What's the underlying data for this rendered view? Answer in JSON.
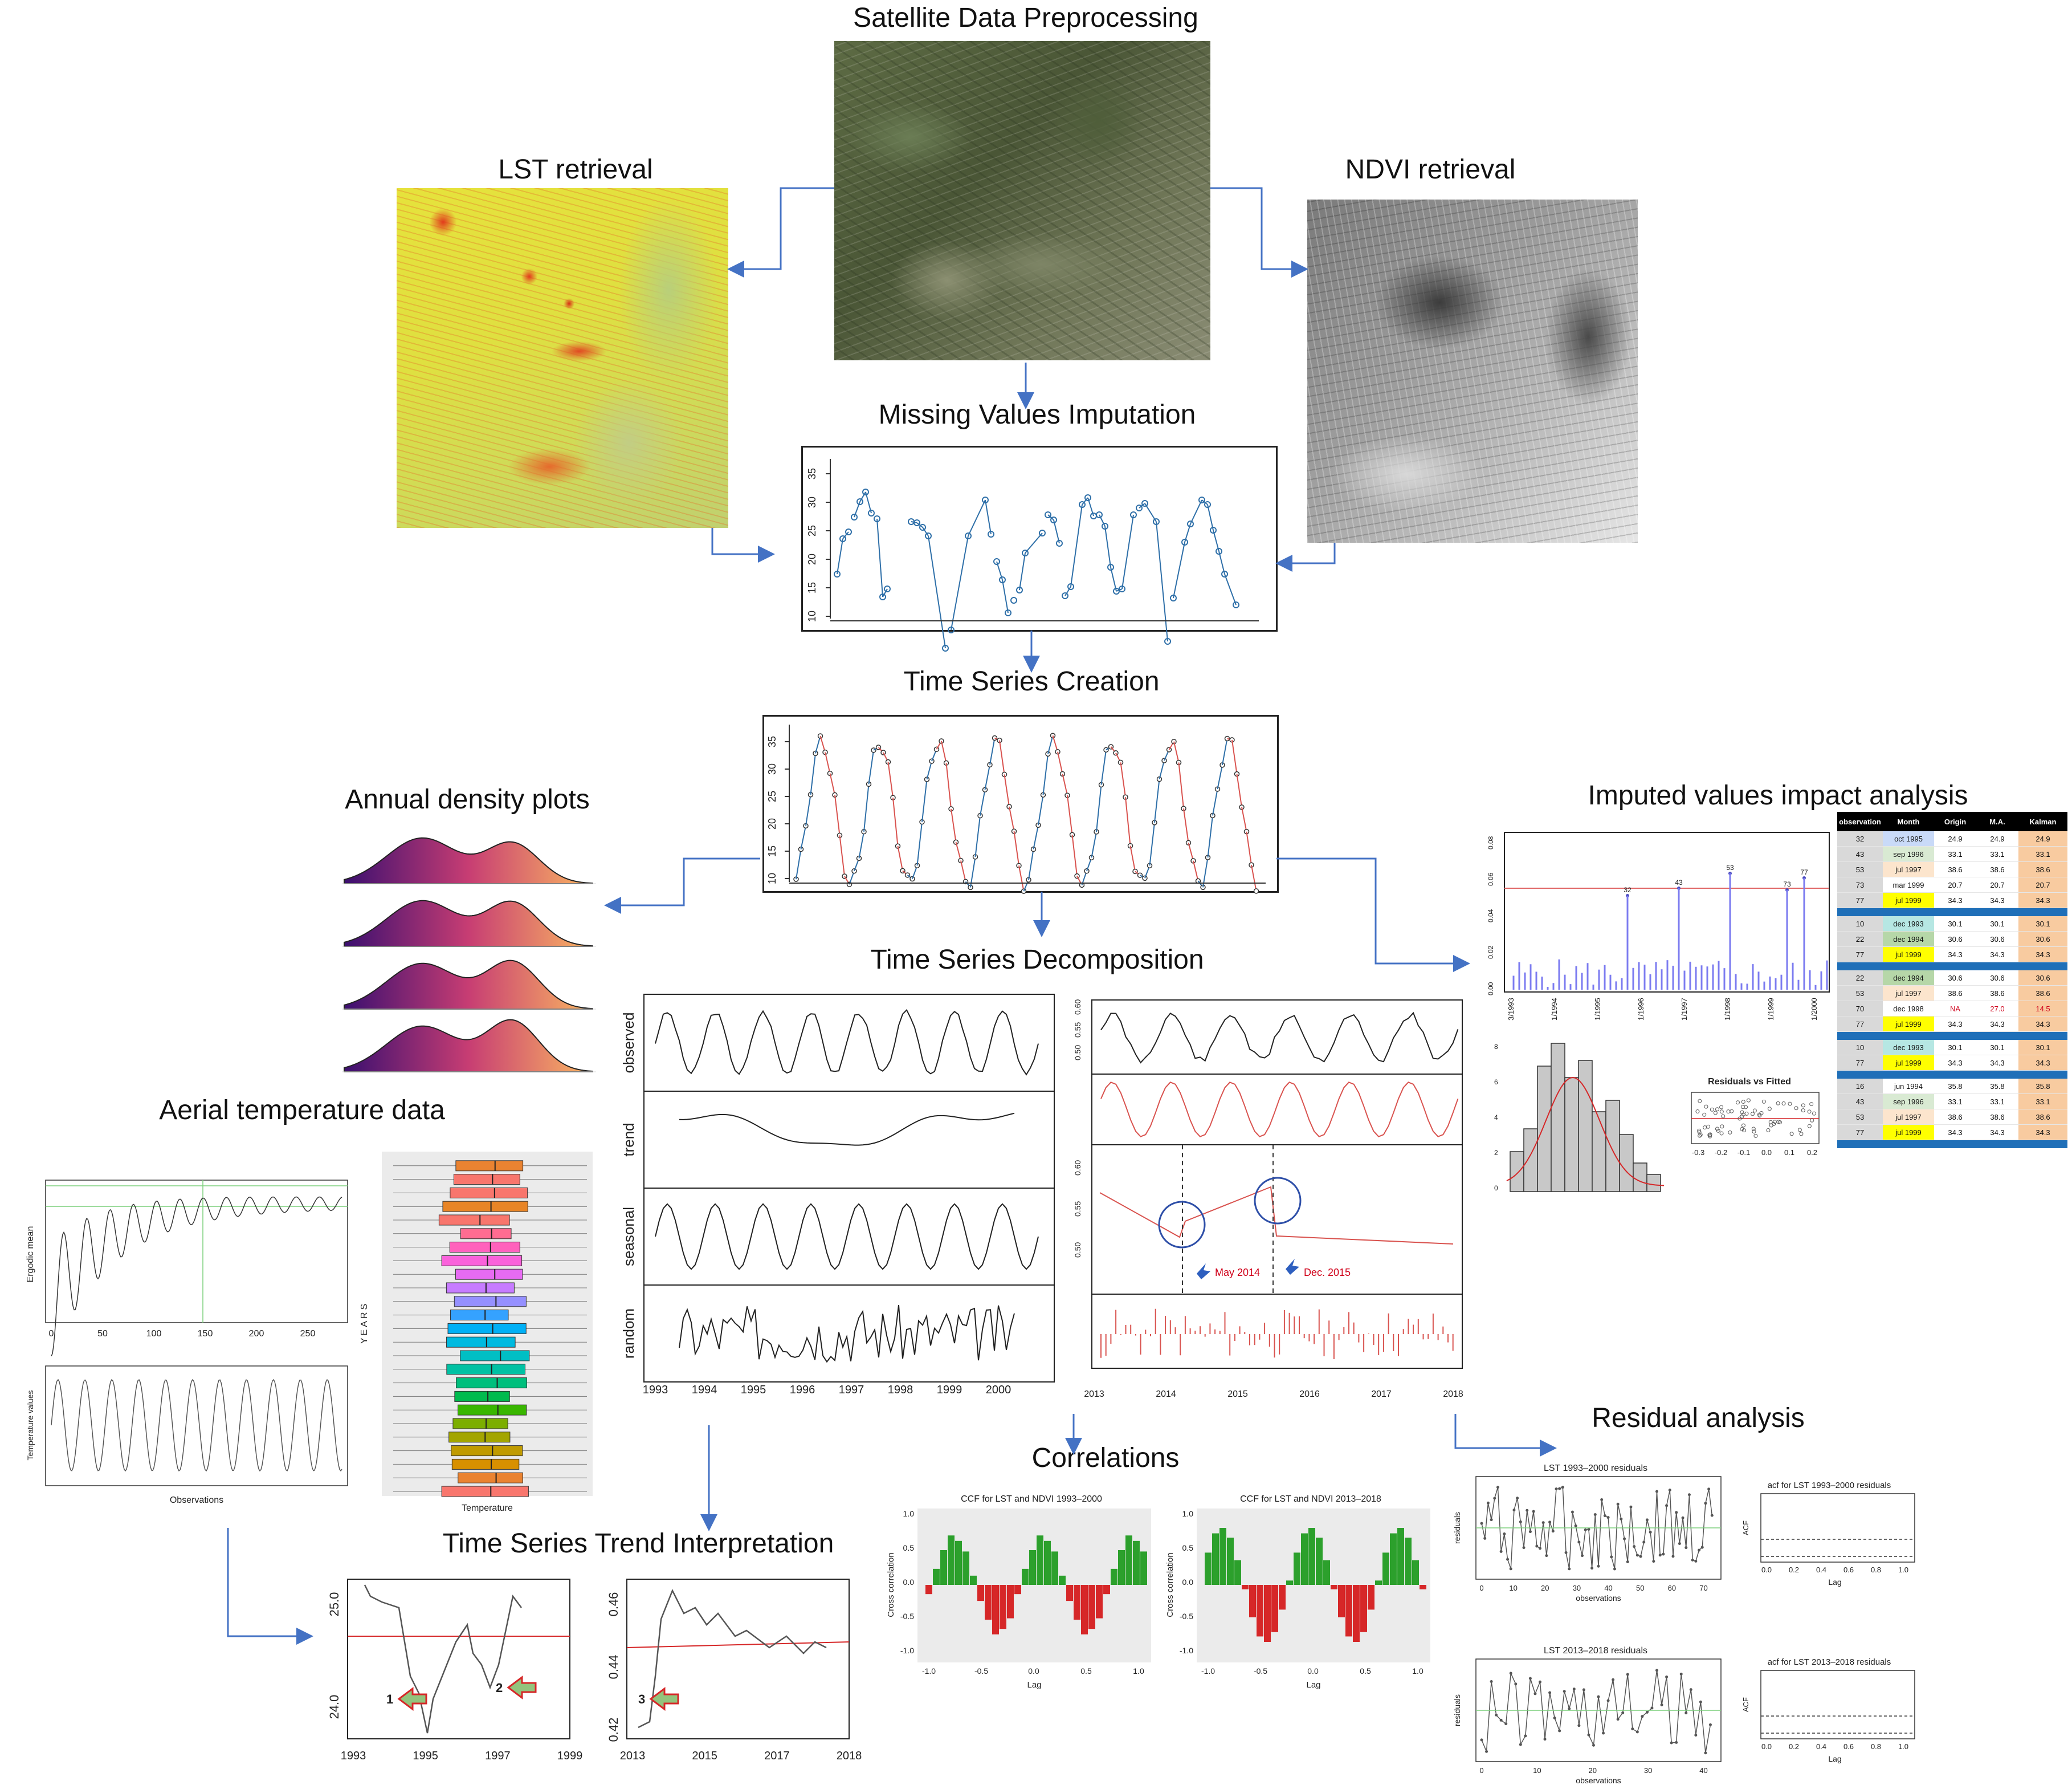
{
  "titles": {
    "satellite": "Satellite Data Preprocessing",
    "lst": "LST retrieval",
    "ndvi": "NDVI retrieval",
    "missing": "Missing Values Imputation",
    "ts_creation": "Time Series Creation",
    "density": "Annual density plots",
    "impact": "Imputed values impact analysis",
    "decomposition": "Time Series Decomposition",
    "aerial": "Aerial temperature data",
    "correlations": "Correlations",
    "residual": "Residual analysis",
    "trend_interp": "Time Series Trend Interpretation"
  },
  "missing_plot": {
    "yticks": [
      "35",
      "30",
      "25",
      "20",
      "15",
      "10"
    ]
  },
  "ts_plot": {
    "yticks": [
      "35",
      "30",
      "25",
      "20",
      "15",
      "10"
    ]
  },
  "decomp_left": {
    "labels": [
      "observed",
      "trend",
      "seasonal",
      "random"
    ],
    "xticks": [
      "1993",
      "1994",
      "1995",
      "1996",
      "1997",
      "1998",
      "1999",
      "2000"
    ]
  },
  "decomp_right": {
    "yticks_top": [
      "0.60",
      "0.55",
      "0.50"
    ],
    "yticks_mid": [
      "0.60",
      "0.55",
      "0.50"
    ],
    "annotation_1": "May 2014",
    "annotation_2": "Dec. 2015",
    "xticks": [
      "2013",
      "2014",
      "2015",
      "2016",
      "2017",
      "2018"
    ]
  },
  "impact_bar": {
    "yticks": [
      "0.08",
      "0.06",
      "0.04",
      "0.02",
      "0.00"
    ],
    "labels": [
      "32",
      "43",
      "53",
      "73",
      "77"
    ],
    "xticks": [
      "3/1993",
      "1/1994",
      "1/1995",
      "1/1996",
      "1/1997",
      "1/1998",
      "1/1999",
      "1/2000"
    ]
  },
  "residuals_fitted": {
    "title": "Residuals vs Fitted",
    "xticks": [
      "-0.3",
      "-0.2",
      "-0.1",
      "0.0",
      "0.1",
      "0.2"
    ]
  },
  "impact_table": {
    "headers": [
      "observation",
      "Month",
      "Origin",
      "M.A.",
      "Kalman"
    ],
    "group1": [
      [
        "32",
        "oct 1995",
        "24.9",
        "24.9",
        "24.9"
      ],
      [
        "43",
        "sep 1996",
        "33.1",
        "33.1",
        "33.1"
      ],
      [
        "53",
        "jul 1997",
        "38.6",
        "38.6",
        "38.6"
      ],
      [
        "73",
        "mar 1999",
        "20.7",
        "20.7",
        "20.7"
      ],
      [
        "77",
        "jul 1999",
        "34.3",
        "34.3",
        "34.3"
      ]
    ],
    "group2": [
      [
        "10",
        "dec 1993",
        "30.1",
        "30.1",
        "30.1"
      ],
      [
        "22",
        "dec 1994",
        "30.6",
        "30.6",
        "30.6"
      ],
      [
        "77",
        "jul 1999",
        "34.3",
        "34.3",
        "34.3"
      ]
    ],
    "group3": [
      [
        "22",
        "dec 1994",
        "30.6",
        "30.6",
        "30.6"
      ],
      [
        "53",
        "jul 1997",
        "38.6",
        "38.6",
        "38.6"
      ],
      [
        "70",
        "dec 1998",
        "NA",
        "27.0",
        "14.5"
      ],
      [
        "77",
        "jul 1999",
        "34.3",
        "34.3",
        "34.3"
      ]
    ],
    "group4": [
      [
        "10",
        "dec 1993",
        "30.1",
        "30.1",
        "30.1"
      ],
      [
        "77",
        "jul 1999",
        "34.3",
        "34.3",
        "34.3"
      ]
    ],
    "group5": [
      [
        "16",
        "jun 1994",
        "35.8",
        "35.8",
        "35.8"
      ],
      [
        "43",
        "sep 1996",
        "33.1",
        "33.1",
        "33.1"
      ],
      [
        "53",
        "jul 1997",
        "38.6",
        "38.6",
        "38.6"
      ],
      [
        "77",
        "jul 1999",
        "34.3",
        "34.3",
        "34.3"
      ]
    ]
  },
  "aerial": {
    "ergodic_ylabel": "Ergodic mean",
    "ergodic_xticks": [
      "0",
      "50",
      "100",
      "150",
      "200",
      "250"
    ],
    "temp_ylabel": "Temperature values",
    "temp_xlabel": "Observations",
    "box_ylabel": "YEARS",
    "box_xlabel": "Temperature"
  },
  "correlations": {
    "left_title": "CCF for LST and NDVI 1993–2000",
    "right_title": "CCF for LST and NDVI 2013–2018",
    "ylabel": "Cross correlation",
    "xlabel": "Lag",
    "yticks": [
      "1.0",
      "0.5",
      "0.0",
      "-0.5",
      "-1.0"
    ],
    "xticks": [
      "-1.0",
      "-0.5",
      "0.0",
      "0.5",
      "1.0"
    ]
  },
  "residual": {
    "top_title": "LST 1993–2000 residuals",
    "top_acf_title": "acf for LST 1993–2000 residuals",
    "bottom_title": "LST 2013–2018 residuals",
    "bottom_acf_title": "acf for LST 2013–2018 residuals",
    "ylabel": "residuals",
    "xlabel": "observations",
    "acf_ylabel": "ACF",
    "acf_xlabel": "Lag",
    "top_xticks": [
      "0",
      "10",
      "20",
      "30",
      "40",
      "50",
      "60",
      "70"
    ],
    "bottom_xticks": [
      "0",
      "10",
      "20",
      "30",
      "40"
    ],
    "acf_xticks": [
      "0.0",
      "0.2",
      "0.4",
      "0.6",
      "0.8",
      "1.0"
    ]
  },
  "trend_interp": {
    "left_yticks": [
      "25.0",
      "24.0"
    ],
    "left_xticks": [
      "1993",
      "1995",
      "1997",
      "1999"
    ],
    "right_yticks": [
      "0.46",
      "0.44",
      "0.42"
    ],
    "right_xticks": [
      "2013",
      "2015",
      "2017",
      "2018"
    ],
    "markers": [
      "1",
      "2",
      "3"
    ]
  },
  "colors": {
    "arrow": "#4472c4",
    "green_bar": "#2ca02c",
    "red_bar": "#d62728",
    "blue_line": "#2e6fa8",
    "red_line": "#d9534f"
  }
}
